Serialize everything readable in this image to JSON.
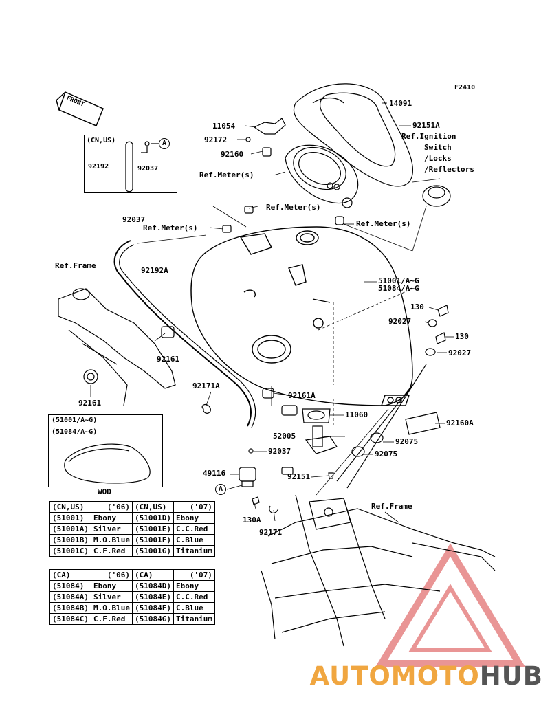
{
  "diagram_code": "F2410",
  "front_label": "FRONT",
  "labels": {
    "l14091": "14091",
    "l11054": "11054",
    "l92151A": "92151A",
    "l92172": "92172",
    "ref_ignition": [
      "Ref.Ignition",
      "Switch",
      "/Locks",
      "/Reflectors"
    ],
    "l92160": "92160",
    "ref_meter_1": "Ref.Meter(s)",
    "ref_meter_2": "Ref.Meter(s)",
    "ref_meter_3": "Ref.Meter(s)",
    "ref_meter_4": "Ref.Meter(s)",
    "l92037_top": "92037",
    "ref_frame_1": "Ref.Frame",
    "l92192A": "92192A",
    "l51001": "51001/A~G",
    "l51084": "51084/A~G",
    "l130_1": "130",
    "l92027_1": "92027",
    "l130_2": "130",
    "l92027_2": "92027",
    "l92161_1": "92161",
    "l92161_2": "92161",
    "l92171A": "92171A",
    "l92161A": "92161A",
    "l11060": "11060",
    "l92160A": "92160A",
    "l52005": "52005",
    "l92075_1": "92075",
    "l92075_2": "92075",
    "l92037_mid": "92037",
    "l49116": "49116",
    "l92151": "92151",
    "l130A": "130A",
    "l92171": "92171",
    "ref_frame_2": "Ref.Frame",
    "circle_a": "A"
  },
  "inset_hose": {
    "region": "(CN,US)",
    "part1": "92192",
    "part2": "92037",
    "circle": "A"
  },
  "inset_wod": {
    "line1": "(51001/A~G)",
    "line2": "(51084/A~G)",
    "caption": "WOD"
  },
  "table_cnus": [
    [
      "(CN,US)",
      "('06)",
      "(CN,US)",
      "('07)"
    ],
    [
      "(51001)",
      "Ebony",
      "(51001D)",
      "Ebony"
    ],
    [
      "(51001A)",
      "Silver",
      "(51001E)",
      "C.C.Red"
    ],
    [
      "(51001B)",
      "M.O.Blue",
      "(51001F)",
      "C.Blue"
    ],
    [
      "(51001C)",
      "C.F.Red",
      "(51001G)",
      "Titanium"
    ]
  ],
  "table_ca": [
    [
      "(CA)",
      "('06)",
      "(CA)",
      "('07)"
    ],
    [
      "(51084)",
      "Ebony",
      "(51084D)",
      "Ebony"
    ],
    [
      "(51084A)",
      "Silver",
      "(51084E)",
      "C.C.Red"
    ],
    [
      "(51084B)",
      "M.O.Blue",
      "(51084F)",
      "C.Blue"
    ],
    [
      "(51084C)",
      "C.F.Red",
      "(51084G)",
      "Titanium"
    ]
  ],
  "watermark": {
    "part1": "AUTOMOTO",
    "part2": "HUB",
    "color1": "#f0a640",
    "color2": "#555555"
  }
}
